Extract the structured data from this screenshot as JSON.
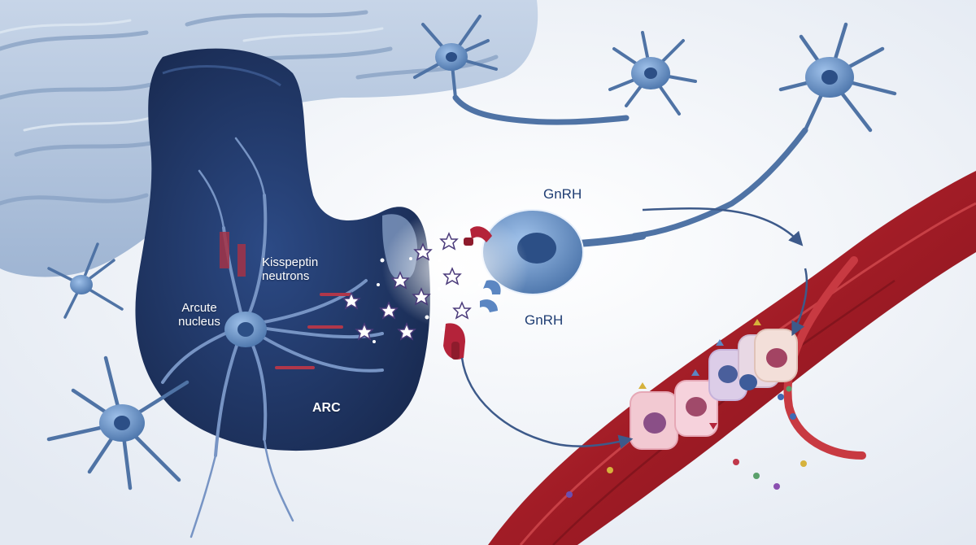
{
  "labels": {
    "kisspeptin_line1": "Kisspeptin",
    "kisspeptin_line2": "neutrons",
    "arcuate_line1": "Arcute",
    "arcuate_line2": "nucleus",
    "arc": "ARC",
    "gnrh_top": "GnRH",
    "gnrh_bottom": "GnRH"
  },
  "colors": {
    "background": "#eef1f6",
    "brain_light": "#b9c9e0",
    "brain_dark": "#1f3563",
    "neuron": "#4f73a5",
    "vessel": "#b3262d",
    "receptor": "#b4233a",
    "receptor_blue": "#5b86c2",
    "arrow": "#3d5a8a"
  }
}
